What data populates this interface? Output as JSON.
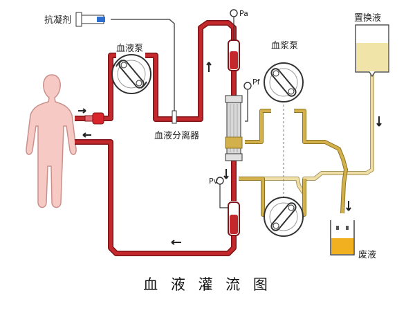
{
  "title": "血 液 灌 流 图",
  "labels": {
    "anticoagulant": "抗凝剂",
    "blood_pump": "血液泵",
    "plasma_pump": "血浆泵",
    "replacement_fluid": "置换液",
    "separator": "血液分离器",
    "waste": "废液"
  },
  "gauges": {
    "pa": "Pa",
    "pf": "Pf",
    "pv": "Pv"
  },
  "colors": {
    "blood_line": "#c2282c",
    "blood_line_dark": "#7e1417",
    "plasma_line": "#d2b04c",
    "plasma_line_dark": "#8f7424",
    "replacement_line": "#e8d59a",
    "body": "#f6c9c5",
    "body_outline": "#c9908b",
    "waste_fluid": "#f0b020",
    "syringe_plunger": "#2d6fd1"
  },
  "icons": {
    "person": "human-figure-icon",
    "pump": "roller-pump-icon",
    "gauge": "pressure-gauge-icon",
    "arrow": "flow-arrow-icon"
  }
}
